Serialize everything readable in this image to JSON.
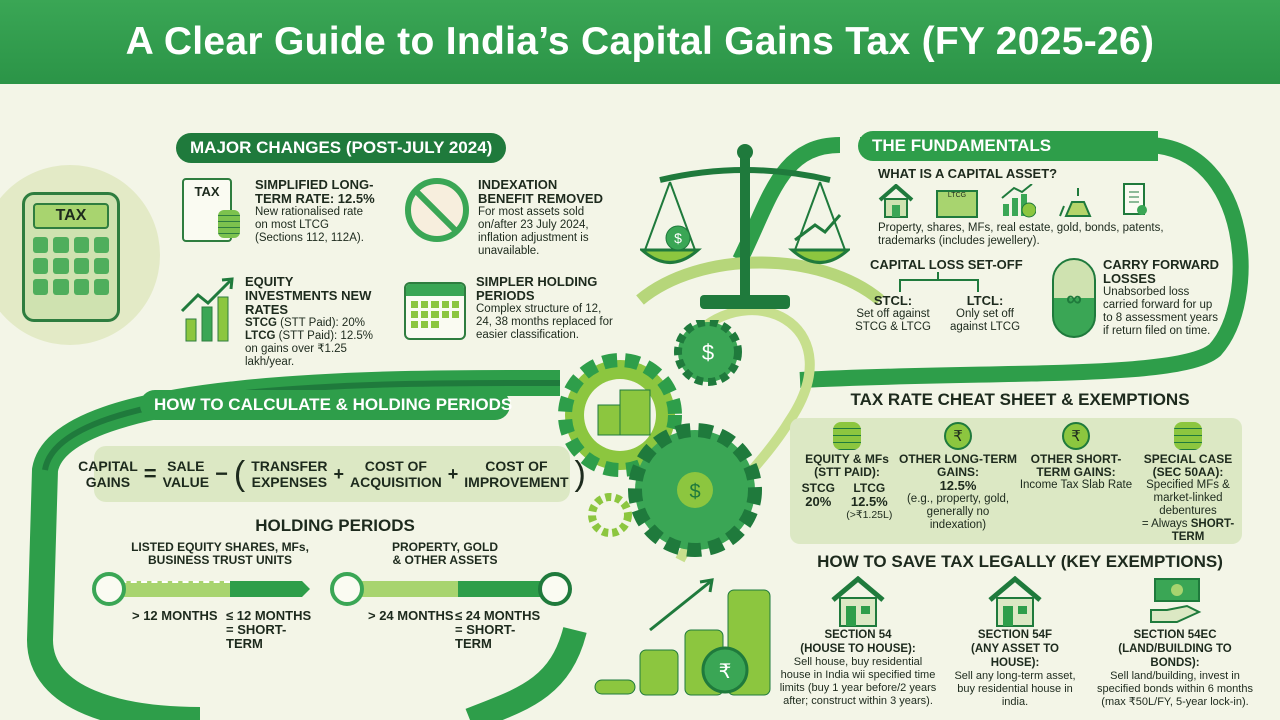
{
  "title": "A Clear Guide to India’s Capital Gains Tax (FY 2025-26)",
  "calculator_label": "TAX",
  "major_changes": {
    "heading": "MAJOR CHANGES (POST-JULY 2024)",
    "items": [
      {
        "title": "SIMPLIFIED LONG-TERM RATE: 12.5%",
        "text": "New rationalised rate on most LTCG (Sections 112, 112A).",
        "icon": "tax-document-icon",
        "icon_label": "TAX"
      },
      {
        "title": "INDEXATION BENEFIT REMOVED",
        "text": "For most assets sold on/after 23 July 2024, inflation adjustment is unavailable.",
        "icon": "no-hand-icon"
      },
      {
        "title": "EQUITY INVESTMENTS NEW RATES",
        "line1_bold": "STCG",
        "line1": " (STT Paid): 20%",
        "line2_bold": "LTCG",
        "line2": " (STT Paid): 12.5% on gains over ₹1.25 lakh/year.",
        "icon": "growth-chart-icon"
      },
      {
        "title": "SIMPLER HOLDING PERIODS",
        "text": "Complex structure of 12, 24, 38 months replaced for easier classification.",
        "icon": "calendar-icon"
      }
    ]
  },
  "fundamentals": {
    "heading": "THE FUNDAMENTALS",
    "asset_heading": "WHAT IS A CAPITAL ASSET?",
    "asset_icons": [
      "house-icon",
      "certificate-icon",
      "investment-icon",
      "gold-bars-icon",
      "patent-scroll-icon"
    ],
    "certificate_label": "LTCG",
    "asset_text": "Property, shares, MFs, real estate, gold, bonds, patents, trademarks (includes jewellery).",
    "setoff_heading": "CAPITAL LOSS SET-OFF",
    "stcl_title": "STCL:",
    "stcl_text": "Set off against STCG & LTCG",
    "ltcl_title": "LTCL:",
    "ltcl_text": "Only set off against LTCG",
    "carry_title": "CARRY FORWARD LOSSES",
    "carry_text": "Unabsorbed loss carried forward for up to 8 assessment years if return filed on time."
  },
  "calculate": {
    "heading": "HOW TO CALCULATE & HOLDING PERIODS",
    "formula": {
      "lhs": [
        "CAPITAL",
        "GAINS"
      ],
      "eq": "=",
      "sale": [
        "SALE",
        "VALUE"
      ],
      "minus": "−",
      "transfer": [
        "TRANSFER",
        "EXPENSES"
      ],
      "plus": "+",
      "acq": [
        "COST OF",
        "ACQUISITION"
      ],
      "imp": [
        "COST OF",
        "IMPROVEMENT"
      ]
    },
    "holding_heading": "HOLDING PERIODS",
    "periods": [
      {
        "label": "LISTED EQUITY SHARES, MFs, BUSINESS TRUST UNITS",
        "long": "> 12 MONTHS",
        "short": "≤ 12 MONTHS = SHORT-TERM"
      },
      {
        "label": "PROPERTY, GOLD & OTHER ASSETS",
        "long": "> 24 MONTHS",
        "short": "≤ 24 MONTHS = SHORT-TERM"
      }
    ]
  },
  "cheat_sheet": {
    "heading": "TAX RATE CHEAT SHEET & EXEMPTIONS",
    "cols": [
      {
        "title": "EQUITY & MFs (STT PAID):",
        "stcg": "STCG",
        "stcg_rate": "20%",
        "ltcg": "LTCG",
        "ltcg_rate": "12.5%",
        "ltcg_note": "(>₹1.25L)",
        "icon": "coin-stack-icon"
      },
      {
        "title": "OTHER LONG-TERM GAINS:",
        "rate": "12.5%",
        "text": "(e.g., property, gold, generally no indexation)",
        "icon": "rupee-coin-icon"
      },
      {
        "title": "OTHER SHORT-TERM GAINS:",
        "text": "Income Tax Slab Rate",
        "icon": "rupee-coin-icon"
      },
      {
        "title": "SPECIAL CASE (SEC 50AA):",
        "text": "Specified MFs & market-linked debentures",
        "text2": "= Always ",
        "bold": "SHORT-TERM",
        "icon": "coin-stack-icon"
      }
    ]
  },
  "save_tax": {
    "heading": "HOW TO SAVE TAX LEGALLY (KEY EXEMPTIONS)",
    "items": [
      {
        "title": "SECTION 54",
        "sub": "(HOUSE TO HOUSE):",
        "text": "Sell house, buy residential house in India wii specified time limits (buy 1 year before/2 years after; construct within 3 years).",
        "icon": "house-icon"
      },
      {
        "title": "SECTION 54F",
        "sub": "(ANY ASSET TO HOUSE):",
        "text": "Sell any long-term asset, buy residential house in india.",
        "icon": "house-icon"
      },
      {
        "title": "SECTION 54EC",
        "sub": "(LAND/BUILDING TO BONDS):",
        "text": "Sell land/building, invest in specified bonds within 6 months (max ₹50L/FY, 5-year lock-in).",
        "icon": "money-hand-icon"
      }
    ]
  },
  "colors": {
    "primary": "#2e9e4a",
    "dark": "#1f7a3c",
    "light": "#dce8c4",
    "bg": "#f3f5e7"
  }
}
